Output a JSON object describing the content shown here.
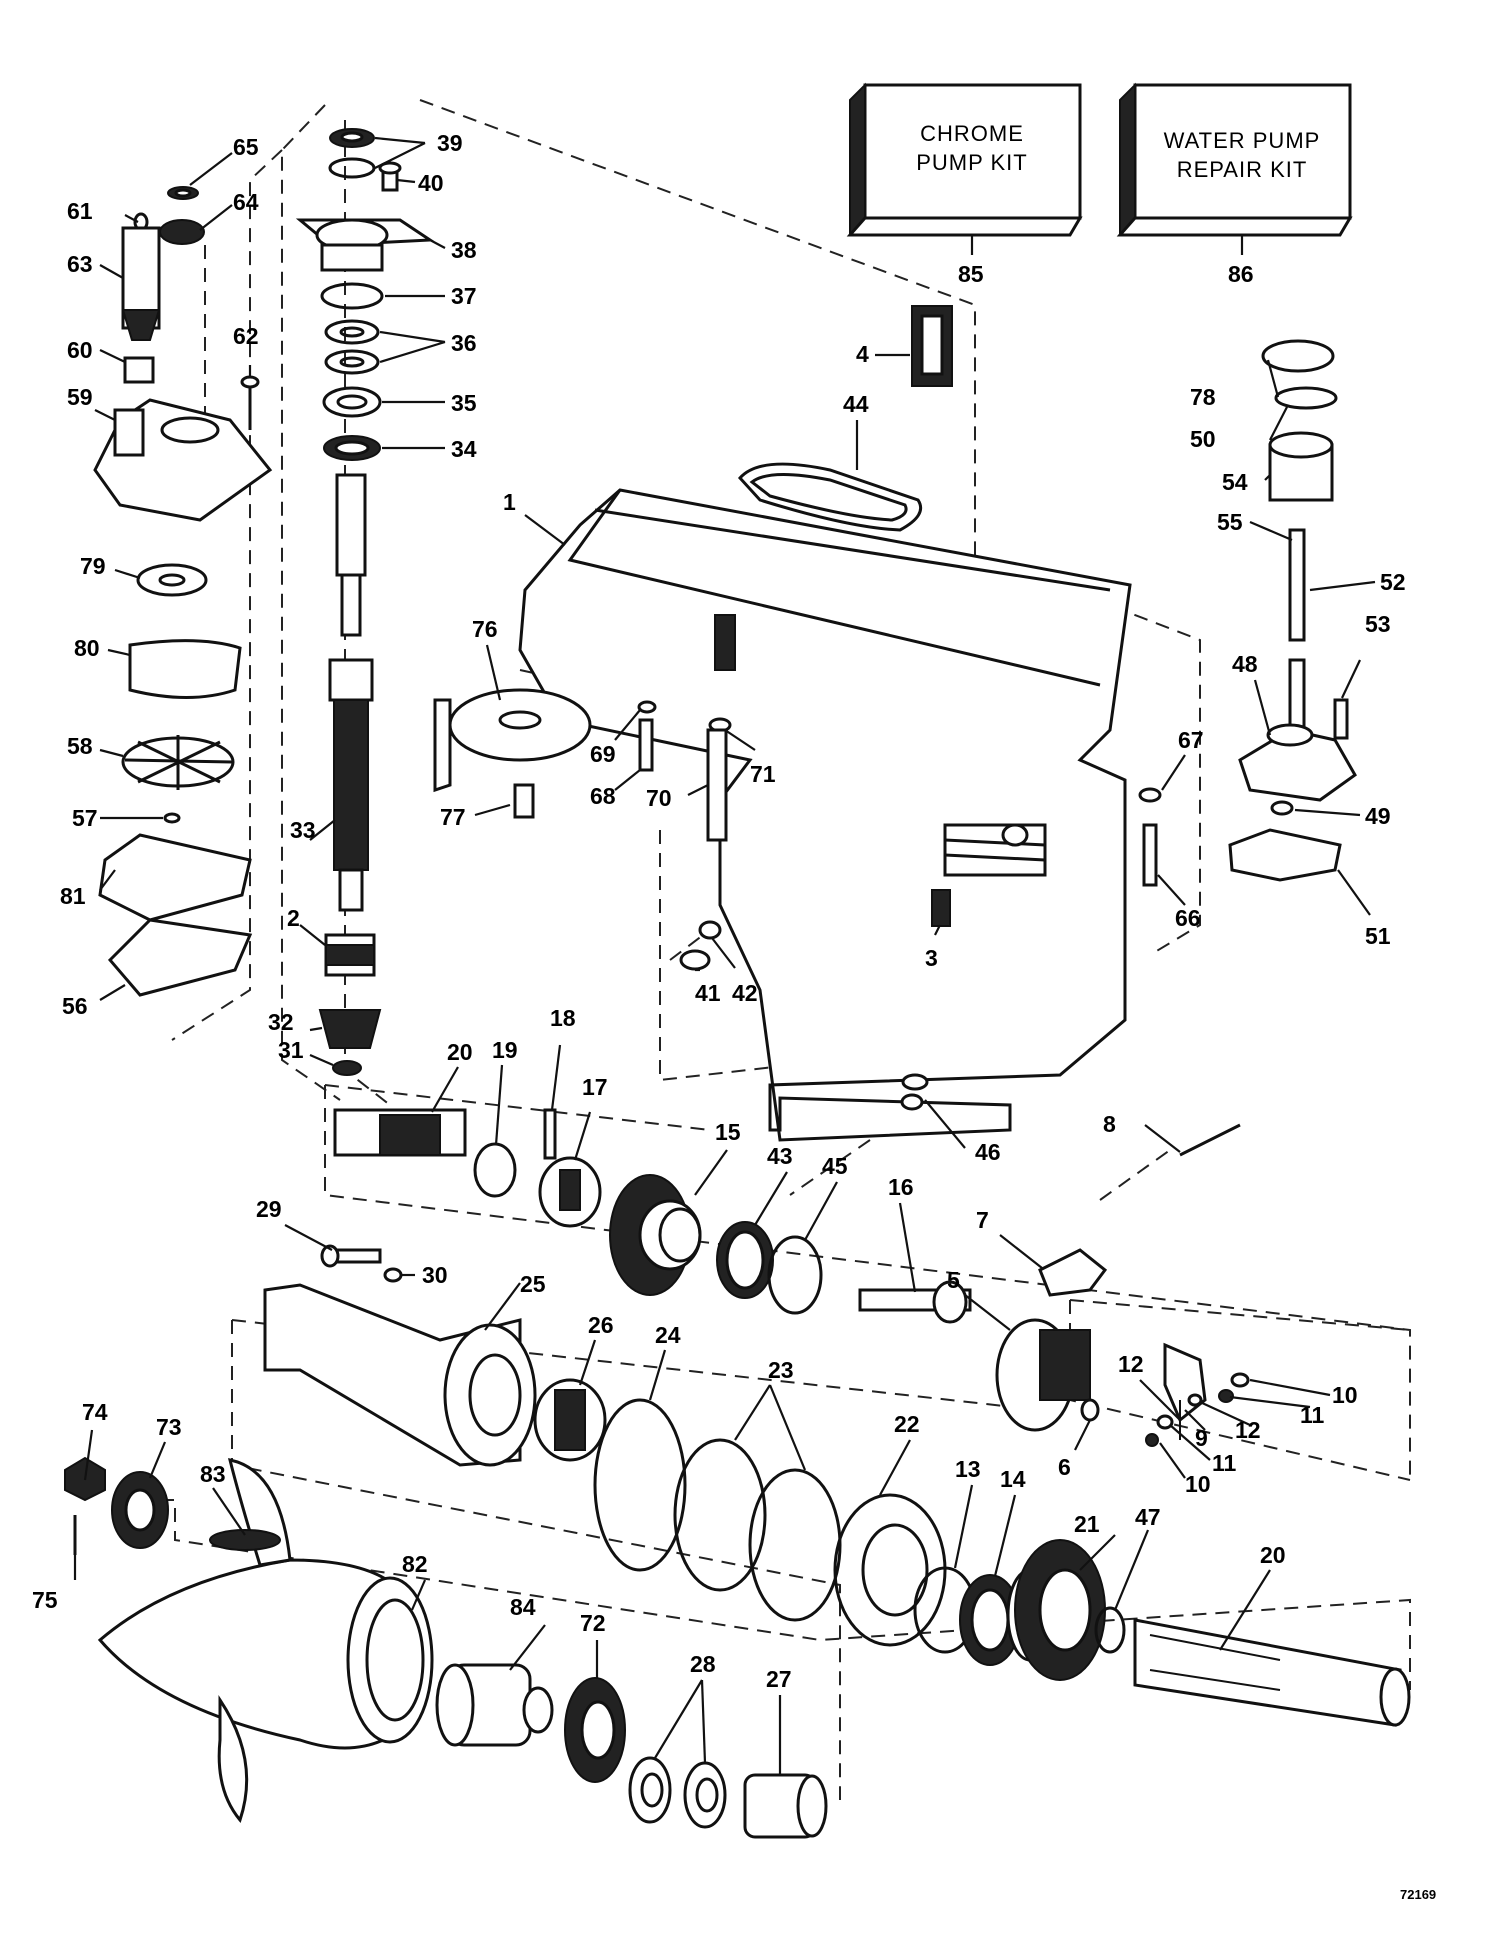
{
  "kits": [
    {
      "number": "85",
      "line1": "CHROME",
      "line2": "PUMP KIT"
    },
    {
      "number": "86",
      "line1": "WATER PUMP",
      "line2": "REPAIR KIT"
    }
  ],
  "drawing_code": "72169",
  "callouts": [
    {
      "id": "39",
      "label": "39"
    },
    {
      "id": "40",
      "label": "40"
    },
    {
      "id": "65",
      "label": "65"
    },
    {
      "id": "64",
      "label": "64"
    },
    {
      "id": "61",
      "label": "61"
    },
    {
      "id": "63",
      "label": "63"
    },
    {
      "id": "38",
      "label": "38"
    },
    {
      "id": "37",
      "label": "37"
    },
    {
      "id": "36",
      "label": "36"
    },
    {
      "id": "62",
      "label": "62"
    },
    {
      "id": "60",
      "label": "60"
    },
    {
      "id": "59",
      "label": "59"
    },
    {
      "id": "35",
      "label": "35"
    },
    {
      "id": "34",
      "label": "34"
    },
    {
      "id": "79",
      "label": "79"
    },
    {
      "id": "80",
      "label": "80"
    },
    {
      "id": "58",
      "label": "58"
    },
    {
      "id": "57",
      "label": "57"
    },
    {
      "id": "81",
      "label": "81"
    },
    {
      "id": "56",
      "label": "56"
    },
    {
      "id": "33",
      "label": "33"
    },
    {
      "id": "2",
      "label": "2"
    },
    {
      "id": "32",
      "label": "32"
    },
    {
      "id": "31",
      "label": "31"
    },
    {
      "id": "4",
      "label": "4"
    },
    {
      "id": "44",
      "label": "44"
    },
    {
      "id": "1",
      "label": "1"
    },
    {
      "id": "76",
      "label": "76"
    },
    {
      "id": "77",
      "label": "77"
    },
    {
      "id": "69",
      "label": "69"
    },
    {
      "id": "68",
      "label": "68"
    },
    {
      "id": "70",
      "label": "70"
    },
    {
      "id": "71",
      "label": "71"
    },
    {
      "id": "3",
      "label": "3"
    },
    {
      "id": "41",
      "label": "41"
    },
    {
      "id": "42",
      "label": "42"
    },
    {
      "id": "78",
      "label": "78"
    },
    {
      "id": "50",
      "label": "50"
    },
    {
      "id": "54",
      "label": "54"
    },
    {
      "id": "55",
      "label": "55"
    },
    {
      "id": "52",
      "label": "52"
    },
    {
      "id": "53",
      "label": "53"
    },
    {
      "id": "48",
      "label": "48"
    },
    {
      "id": "67",
      "label": "67"
    },
    {
      "id": "49",
      "label": "49"
    },
    {
      "id": "51",
      "label": "51"
    },
    {
      "id": "66",
      "label": "66"
    },
    {
      "id": "20a",
      "label": "20"
    },
    {
      "id": "19",
      "label": "19"
    },
    {
      "id": "18",
      "label": "18"
    },
    {
      "id": "17",
      "label": "17"
    },
    {
      "id": "15",
      "label": "15"
    },
    {
      "id": "43",
      "label": "43"
    },
    {
      "id": "45",
      "label": "45"
    },
    {
      "id": "46",
      "label": "46"
    },
    {
      "id": "8",
      "label": "8"
    },
    {
      "id": "16",
      "label": "16"
    },
    {
      "id": "7",
      "label": "7"
    },
    {
      "id": "5",
      "label": "5"
    },
    {
      "id": "29",
      "label": "29"
    },
    {
      "id": "30",
      "label": "30"
    },
    {
      "id": "25",
      "label": "25"
    },
    {
      "id": "26",
      "label": "26"
    },
    {
      "id": "24",
      "label": "24"
    },
    {
      "id": "23",
      "label": "23"
    },
    {
      "id": "22",
      "label": "22"
    },
    {
      "id": "13",
      "label": "13"
    },
    {
      "id": "14",
      "label": "14"
    },
    {
      "id": "12a",
      "label": "12"
    },
    {
      "id": "10a",
      "label": "10"
    },
    {
      "id": "11a",
      "label": "11"
    },
    {
      "id": "12b",
      "label": "12"
    },
    {
      "id": "9",
      "label": "9"
    },
    {
      "id": "6",
      "label": "6"
    },
    {
      "id": "11b",
      "label": "11"
    },
    {
      "id": "10b",
      "label": "10"
    },
    {
      "id": "21",
      "label": "21"
    },
    {
      "id": "47",
      "label": "47"
    },
    {
      "id": "20b",
      "label": "20"
    },
    {
      "id": "74",
      "label": "74"
    },
    {
      "id": "73",
      "label": "73"
    },
    {
      "id": "75",
      "label": "75"
    },
    {
      "id": "83",
      "label": "83"
    },
    {
      "id": "82",
      "label": "82"
    },
    {
      "id": "84",
      "label": "84"
    },
    {
      "id": "72",
      "label": "72"
    },
    {
      "id": "28",
      "label": "28"
    },
    {
      "id": "27",
      "label": "27"
    }
  ]
}
